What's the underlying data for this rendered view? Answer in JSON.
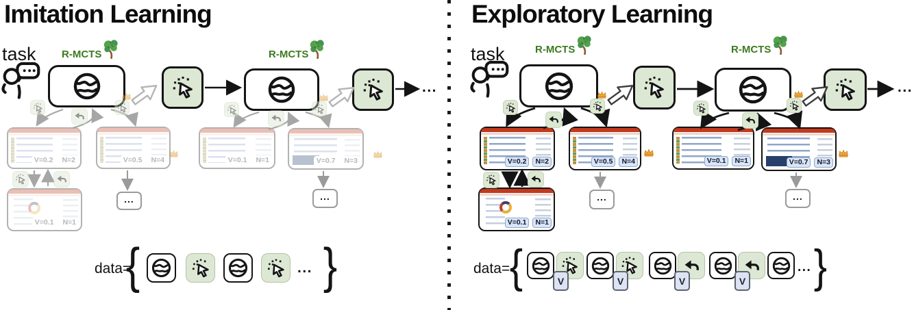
{
  "colors": {
    "action_green": "#dce8d3",
    "rmcts_green": "#3c7a1e",
    "page_header_red": "#c23a1d",
    "value_chip_blue": "#d9e5f8",
    "crown_gold": "#f0a735"
  },
  "left": {
    "title": "Imitation Learning",
    "task_label": "task",
    "rmcts_label_1": "R-MCTS",
    "rmcts_label_2": "R-MCTS",
    "ellipsis": "...",
    "tree1": {
      "n1": {
        "v": "V=0.2",
        "n": "N=2"
      },
      "n2": {
        "v": "V=0.5",
        "n": "N=4"
      },
      "child": {
        "v": "V=0.1",
        "n": "N=1"
      }
    },
    "tree2": {
      "n1": {
        "v": "V=0.1",
        "n": "N=1"
      },
      "n2": {
        "v": "V=0.7",
        "n": "N=3"
      }
    },
    "data_label": "data=",
    "brace_open": "{",
    "brace_close": "}"
  },
  "right": {
    "title": "Exploratory Learning",
    "task_label": "task",
    "rmcts_label_1": "R-MCTS",
    "rmcts_label_2": "R-MCTS",
    "ellipsis": "...",
    "value_badge": "V",
    "tree1": {
      "n1": {
        "v": "V=0.2",
        "n": "N=2"
      },
      "n2": {
        "v": "V=0.5",
        "n": "N=4"
      },
      "child": {
        "v": "V=0.1",
        "n": "N=1"
      }
    },
    "tree2": {
      "n1": {
        "v": "V=0.1",
        "n": "N=1"
      },
      "n2": {
        "v": "V=0.7",
        "n": "N=3"
      }
    },
    "data_label": "data=",
    "brace_open": "{",
    "brace_close": "}"
  }
}
